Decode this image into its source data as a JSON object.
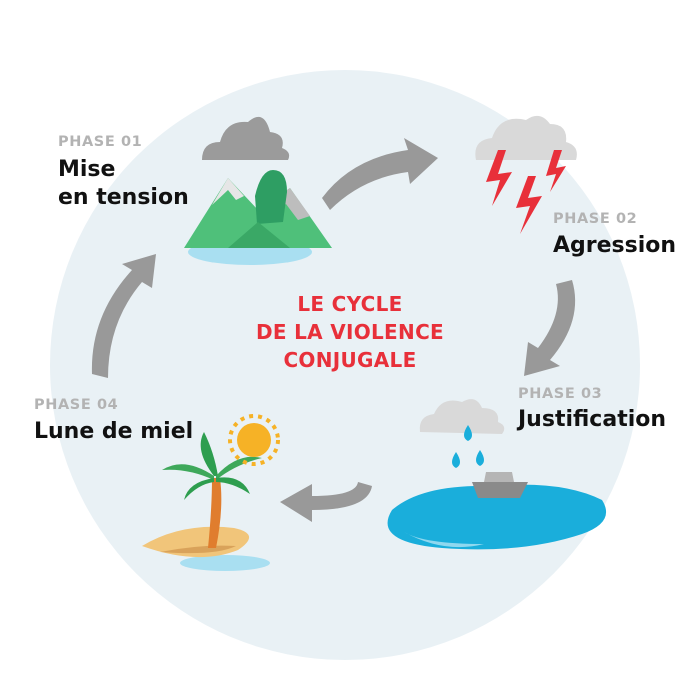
{
  "title": {
    "line1": "LE CYCLE",
    "line2": "DE LA VIOLENCE",
    "line3": "CONJUGALE"
  },
  "phases": [
    {
      "tag": "PHASE 01",
      "name_line1": "Mise",
      "name_line2": "en tension",
      "icon": "mountain-cloud-icon"
    },
    {
      "tag": "PHASE 02",
      "name_line1": "Agression",
      "icon": "storm-lightning-icon"
    },
    {
      "tag": "PHASE 03",
      "name_line1": "Justification",
      "icon": "rain-lake-boat-icon"
    },
    {
      "tag": "PHASE 04",
      "name_line1": "Lune de miel",
      "icon": "island-palm-sun-icon"
    }
  ],
  "colors": {
    "circle": "#e9f1f5",
    "title": "#e8303a",
    "tag": "#b3b3b3",
    "arrow": "#999999",
    "water": "#1aaedb",
    "mountain": "#4fc07a",
    "sun": "#f6b226",
    "cloud": "#a6a6a6"
  }
}
